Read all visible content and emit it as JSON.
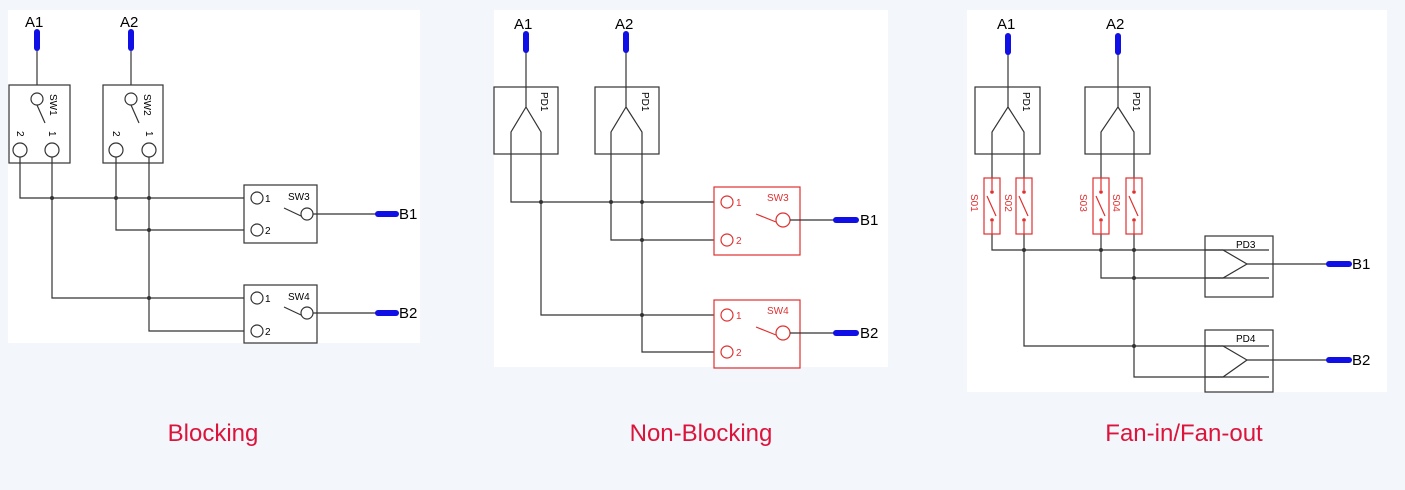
{
  "colors": {
    "caption": "#dc143c",
    "line": "#333333",
    "red": "#e03030",
    "port": "#1010e6",
    "background": "#f3f6fb"
  },
  "diagrams": [
    {
      "caption": "Blocking",
      "inputs": [
        "A1",
        "A2"
      ],
      "outputs": [
        "B1",
        "B2"
      ],
      "input_switches": [
        "SW1",
        "SW2"
      ],
      "output_switches": [
        "SW3",
        "SW4"
      ],
      "pin_labels": [
        "1",
        "2"
      ]
    },
    {
      "caption": "Non-Blocking",
      "inputs": [
        "A1",
        "A2"
      ],
      "outputs": [
        "B1",
        "B2"
      ],
      "input_splitters": [
        "PD1",
        "PD1"
      ],
      "output_switches": [
        "SW3",
        "SW4"
      ],
      "pin_labels": [
        "1",
        "2"
      ]
    },
    {
      "caption": "Fan-in/Fan-out",
      "inputs": [
        "A1",
        "A2"
      ],
      "outputs": [
        "B1",
        "B2"
      ],
      "input_splitters": [
        "PD1",
        "PD1"
      ],
      "shutters": [
        "S01",
        "S02",
        "S03",
        "S04"
      ],
      "output_combiners": [
        "PD3",
        "PD4"
      ]
    }
  ]
}
